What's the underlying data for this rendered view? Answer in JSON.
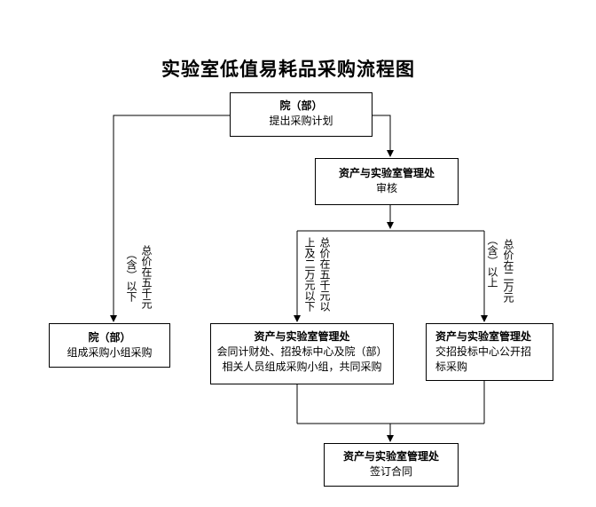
{
  "title": "实验室低值易耗品采购流程图",
  "nodes": {
    "plan": {
      "head": "院（部）",
      "body": "提出采购计划"
    },
    "review": {
      "head": "资产与实验室管理处",
      "body": "审核"
    },
    "group": {
      "head": "院（部）",
      "body": "组成采购小组采购"
    },
    "joint": {
      "head": "资产与实验室管理处",
      "body_line1": "会同计财处、招投标中心及院（部）",
      "body_line2": "相关人员组成采购小组，共同采购"
    },
    "tender": {
      "head": "资产与实验室管理处",
      "body_line1": "交招投标中心公开招",
      "body_line2": "标采购"
    },
    "contract": {
      "head": "资产与实验室管理处",
      "body": "签订合同"
    }
  },
  "edge_labels": {
    "under5k_a": "总价在五千元",
    "under5k_b": "（含）以下",
    "mid_a": "总价在五千元以",
    "mid_b": "上及二万元以下",
    "over20k_a": "总价在二万元",
    "over20k_b": "（含）以上"
  }
}
